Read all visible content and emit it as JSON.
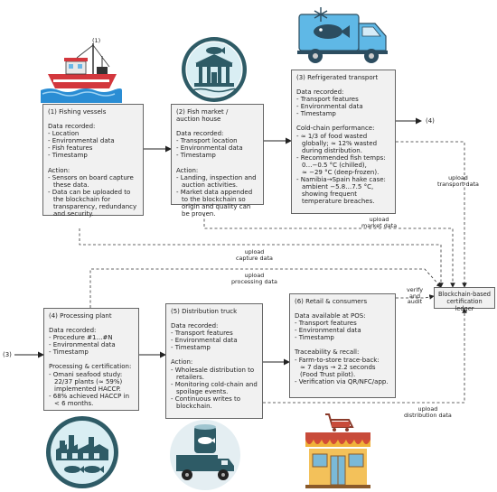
{
  "marker_top": "(1)",
  "marker_right": "(4)",
  "marker_left": "(3)",
  "boxes": {
    "fishing": {
      "title": "(1) Fishing vessels",
      "recorded_label": "Data recorded:",
      "recorded": [
        "- Location",
        "- Environmental data",
        "- Fish features",
        "- Timestamp"
      ],
      "action_label": "Action:",
      "action": [
        "- Sensors on board capture",
        "  these data.",
        "- Data can be uploaded to",
        "  the blockchain for",
        "  transparency, redundancy",
        "  and security."
      ]
    },
    "market": {
      "title_1": "(2) Fish market /",
      "title_2": "auction house",
      "recorded_label": "Data recorded:",
      "recorded": [
        "- Transport location",
        "- Environmental data",
        "- Timestamp"
      ],
      "action_label": "Action:",
      "action": [
        "- Landing, inspection and",
        "  auction activities.",
        "- Market data appended",
        "  to the blockchain so",
        "  origin and quality can",
        "  be proven."
      ]
    },
    "transport": {
      "title": "(3) Refrigerated transport",
      "recorded_label": "Data recorded:",
      "recorded": [
        "- Transport features",
        "- Environmental data",
        "- Timestamp"
      ],
      "perf_label": "Cold-chain performance:",
      "perf": [
        "- ≈ 1/3 of food wasted",
        "  globally; ≈ 12% wasted",
        "  during distribution.",
        "- Recommended fish temps:",
        "  0…−0.5 °C (chilled),",
        "  ≈ −29 °C (deep-frozen).",
        "- Namibia→Spain hake case:",
        "  ambient −5.8…7.5 °C,",
        "  showing frequent",
        "  temperature breaches."
      ]
    },
    "processing": {
      "title": "(4) Processing plant",
      "recorded_label": "Data recorded:",
      "recorded": [
        "- Procedure #1…#N",
        "- Environmental data",
        "- Timestamp"
      ],
      "cert_label": "Processing & certification:",
      "cert": [
        "- Omani seafood study:",
        "  22/37 plants (≈ 59%)",
        "  implemented HACCP.",
        "- 68% achieved HACCP in",
        "  < 6 months."
      ]
    },
    "truck": {
      "title": "(5) Distribution truck",
      "recorded_label": "Data recorded:",
      "recorded": [
        "- Transport features",
        "- Environmental data",
        "- Timestamp"
      ],
      "action_label": "Action:",
      "action": [
        "- Wholesale distribution to",
        "  retailers.",
        "- Monitoring cold-chain and",
        "  spoilage events.",
        "- Continuous writes to",
        "  blockchain."
      ]
    },
    "retail": {
      "title": "(6) Retail & consumers",
      "recorded_label": "Data available at POS:",
      "recorded": [
        "- Transport features",
        "- Environmental data",
        "- Timestamp"
      ],
      "trace_label": "Traceability & recall:",
      "trace": [
        "- Farm-to-store trace-back:",
        "  ≈ 7 days → 2.2 seconds",
        "  (Food Trust pilot).",
        "- Verification via QR/NFC/app."
      ]
    },
    "ledger": {
      "line_1": "Blockchain-based",
      "line_2": "certification ledger"
    }
  },
  "edge_labels": {
    "upload_transport": [
      "upload",
      "transport data"
    ],
    "upload_market": [
      "upload",
      "market data"
    ],
    "upload_capture": [
      "upload",
      "capture data"
    ],
    "upload_processing": [
      "upload",
      "processing data"
    ],
    "verify_audit": [
      "verify",
      "and",
      "audit"
    ],
    "upload_distribution": [
      "upload",
      "distribution data"
    ]
  },
  "icons": {
    "fishing": "fishing-boat-icon",
    "market": "fish-market-building-icon",
    "transport": "refrigerated-truck-icon",
    "processing": "processing-factory-icon",
    "truck": "canned-fish-delivery-truck-icon",
    "retail": "grocery-store-icon"
  },
  "colors": {
    "box_fill": "#f1f1f1",
    "box_border": "#666666",
    "badge_teal": "#2e5b66",
    "boat_red": "#d3373d",
    "water_blue": "#2a8dd4",
    "truck_blue": "#5fb8e6"
  }
}
